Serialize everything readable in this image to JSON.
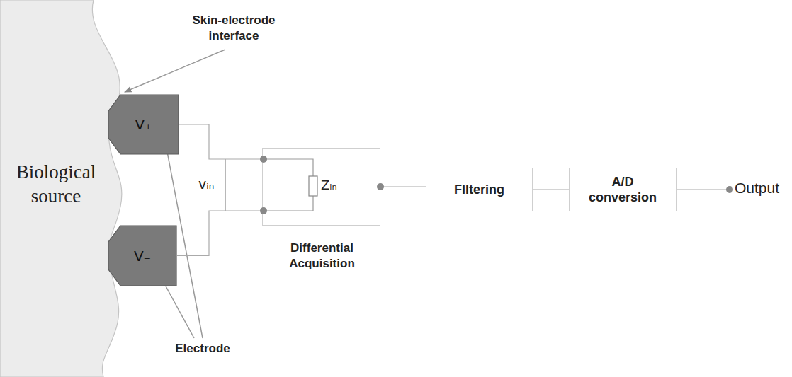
{
  "diagram": {
    "nodes": [
      {
        "text": [
          "Biological source"
        ]
      },
      {
        "text": [
          "V₊"
        ]
      },
      {
        "text": [
          "V₋"
        ]
      },
      {
        "text": [
          "Differential Acquisition"
        ]
      },
      {
        "text": [
          "FIltering"
        ]
      },
      {
        "text": [
          "A/D conversion"
        ]
      }
    ],
    "edges": [
      {
        "from": 1,
        "to": 3,
        "arrow": "none"
      },
      {
        "from": 2,
        "to": 3,
        "arrow": "none"
      },
      {
        "from": 3,
        "to": 4,
        "arrow": "none"
      },
      {
        "from": 4,
        "to": 5,
        "arrow": "none"
      }
    ],
    "labels": [
      "Skin-electrode interface",
      "Electrode",
      "vᵢₙ",
      "Zᵢₙ",
      "Output"
    ]
  }
}
